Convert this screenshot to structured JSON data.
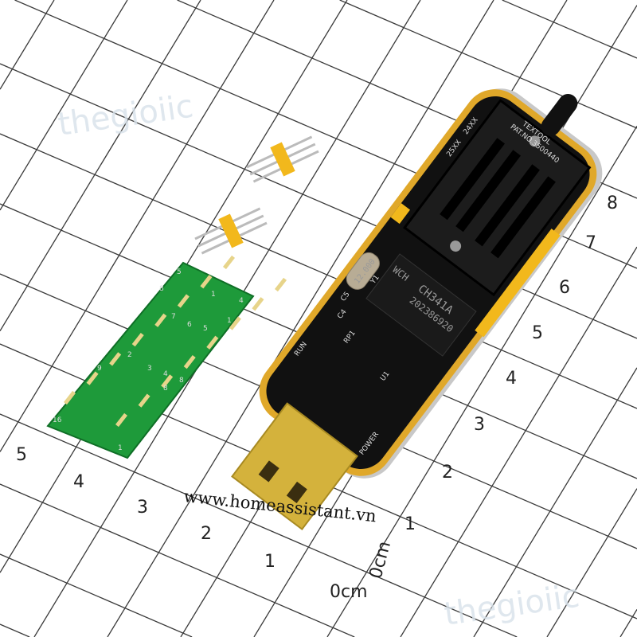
{
  "watermarks": [
    "thegioiic",
    "thegioiic"
  ],
  "website": "www.homeassistant.vn",
  "ruler_bottom": {
    "labels": [
      "5",
      "4",
      "3",
      "2",
      "1",
      "0cm"
    ]
  },
  "ruler_right": {
    "labels": [
      "0cm",
      "1",
      "2",
      "3",
      "4",
      "5",
      "6",
      "7",
      "8"
    ]
  },
  "programmer": {
    "chip_brand": "WCH",
    "chip_name": "CH341A",
    "chip_code": "202386920",
    "crystal": "12.000",
    "socket_label": "TEXTOOL",
    "socket_part": "PAT.NO.3500440",
    "silkscreen": [
      "POWER",
      "RUN",
      "RP1",
      "C4",
      "C5",
      "Y1",
      "U1",
      "24XX",
      "25XX"
    ],
    "board_color": "#111111",
    "edge_color": "#e0a82a",
    "usb_color": "#d4b23c"
  },
  "adapter_pcb": {
    "color": "#1e9a3a",
    "pin_labels": [
      "5",
      "8",
      "4",
      "1",
      "9",
      "16",
      "8",
      "1",
      "7",
      "6",
      "5",
      "2",
      "3",
      "4",
      "8",
      "1"
    ]
  },
  "header_color": "#f2b81c"
}
